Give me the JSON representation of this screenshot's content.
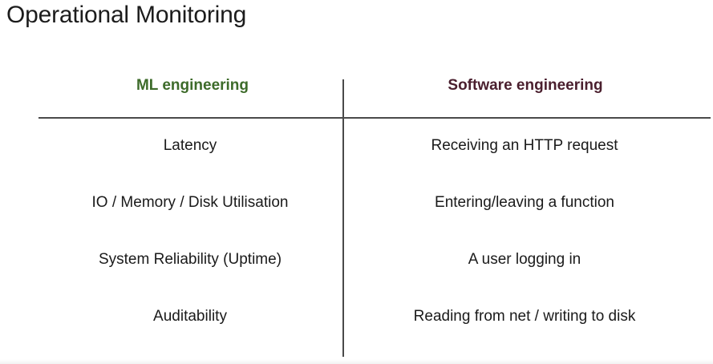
{
  "title": "Operational Monitoring",
  "columns": {
    "ml": {
      "label": "ML engineering",
      "color": "#3d6b2a"
    },
    "software": {
      "label": "Software engineering",
      "color": "#4a1f2e"
    }
  },
  "rows": [
    {
      "ml": "Latency",
      "software": "Receiving an HTTP request"
    },
    {
      "ml": "IO / Memory / Disk Utilisation",
      "software": "Entering/leaving a function"
    },
    {
      "ml": "System Reliability (Uptime)",
      "software": "A user logging in"
    },
    {
      "ml": "Auditability",
      "software": "Reading from net / writing to disk"
    }
  ]
}
